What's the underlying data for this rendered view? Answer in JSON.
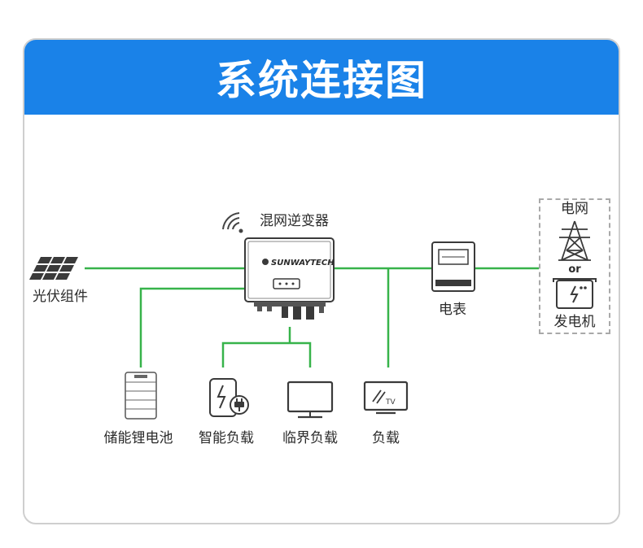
{
  "title": "系统连接图",
  "brand": "SUNWAYTECH",
  "colors": {
    "banner": "#1a82e8",
    "line": "#37b34a",
    "icon": "#333333"
  },
  "nodes": {
    "pv": "光伏组件",
    "inverter": "混网逆变器",
    "meter": "电表",
    "grid": "电网",
    "or": "or",
    "generator": "发电机",
    "battery": "储能锂电池",
    "smart_load": "智能负载",
    "critical_load": "临界负载",
    "load": "负载"
  },
  "icons": {
    "tv": "TV"
  }
}
